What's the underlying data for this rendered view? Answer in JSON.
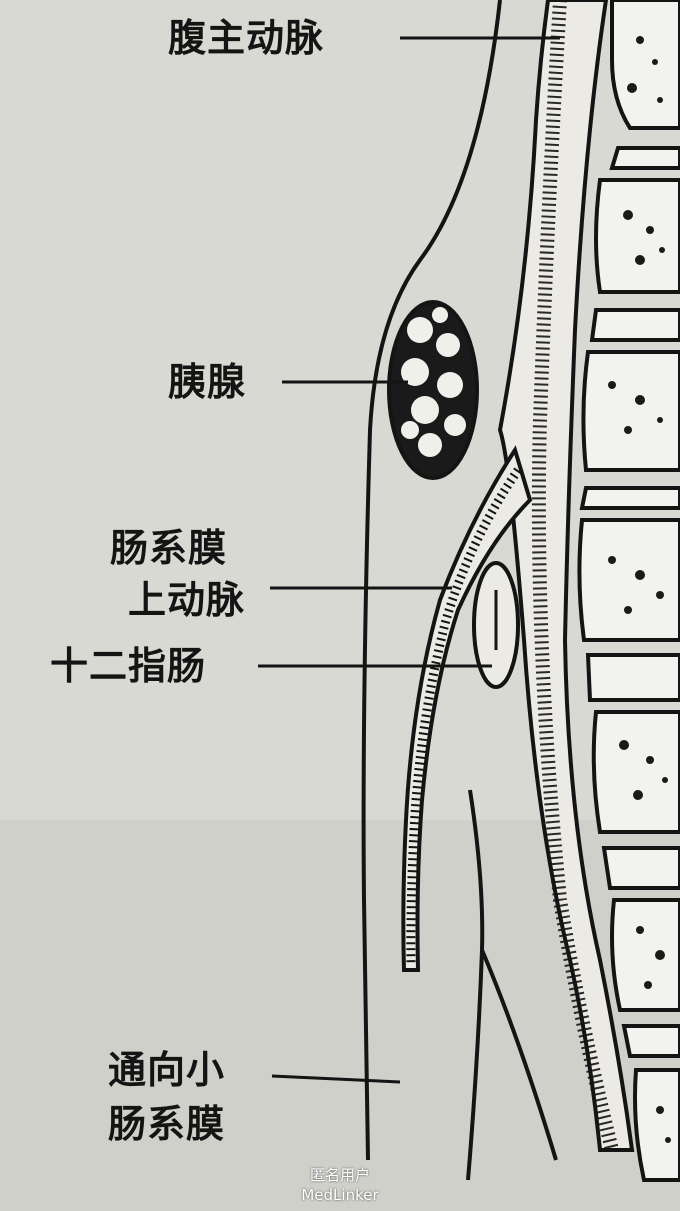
{
  "labels": {
    "aorta": "腹主动脉",
    "pancreas": "胰腺",
    "sma_line1": "肠系膜",
    "sma_line2": "上动脉",
    "duodenum": "十二指肠",
    "mesentery_line1": "通向小",
    "mesentery_line2": "肠系膜"
  },
  "footer": {
    "user": "匿名用户",
    "brand": "MedLinker"
  },
  "colors": {
    "background": "#d7d8d2",
    "ink": "#141414"
  }
}
